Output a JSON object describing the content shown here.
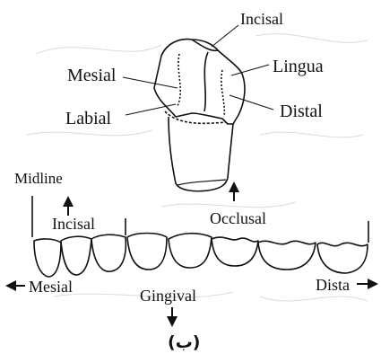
{
  "tooth_labels": {
    "incisal": "Incisal",
    "mesial": "Mesial",
    "lingual": "Lingua",
    "labial": "Labial",
    "distal": "Distal"
  },
  "arch_labels": {
    "midline": "Midline",
    "incisal": "Incisal",
    "occlusal": "Occlusal",
    "mesial": "Mesial",
    "gingival": "Gingival",
    "distal": "Dista"
  },
  "caption": "(ب)",
  "colors": {
    "ink": "#111111",
    "faint": "#d9d9d9"
  }
}
